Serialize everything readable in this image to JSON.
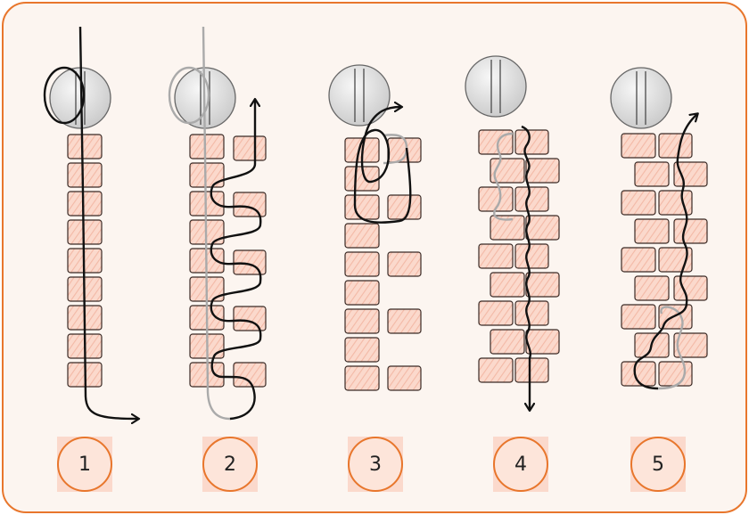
{
  "steps": [
    {
      "number": "1",
      "pattern": "single-column",
      "bead_count": 9
    },
    {
      "number": "2",
      "pattern": "two-column-ladder",
      "bead_count": 9
    },
    {
      "number": "3",
      "pattern": "spaced-two-column",
      "bead_count": 9
    },
    {
      "number": "4",
      "pattern": "brick-stitch-woven",
      "bead_count": 9
    },
    {
      "number": "5",
      "pattern": "brick-stitch-finished",
      "bead_count": 9
    }
  ],
  "colors": {
    "frame_border": "#e8762c",
    "frame_fill": "#fcf5f0",
    "bead_fill": "#fbd9cc",
    "bead_stripe": "#f3b9a6",
    "bead_outline": "#3a2a25",
    "thread_primary": "#111111",
    "thread_secondary": "#aaaaaa",
    "button_bead": "#dcdcdc",
    "badge_circle": "#fde5da"
  },
  "icons": [
    "button-bead-icon",
    "thread-arrow-icon"
  ]
}
